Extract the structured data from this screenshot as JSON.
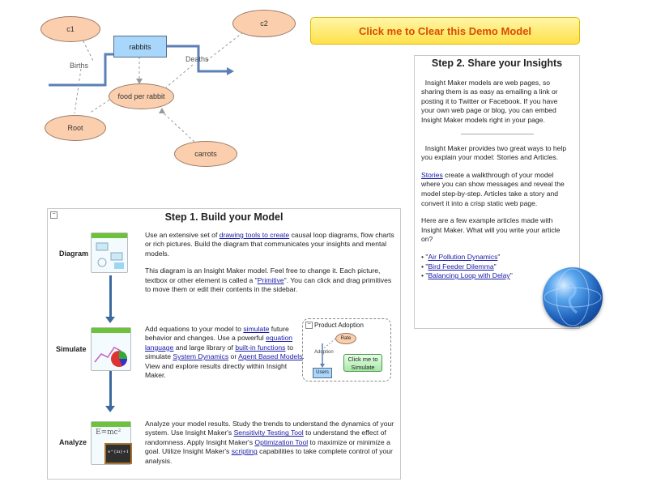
{
  "model": {
    "nodes": {
      "c1": "c1",
      "c2": "c2",
      "rabbits": "rabbits",
      "food_per_rabbit": "food per rabbit",
      "root": "Root",
      "carrots": "carrots",
      "births": "Births",
      "deaths": "Deaths"
    }
  },
  "clear_button": {
    "label": "Click me to Clear this Demo Model"
  },
  "step2": {
    "title": "Step 2. Share your Insights",
    "p1": "Insight Maker models are web pages, so sharing them is as easy as emailing a link or posting it to Twitter or Facebook. If you have your own web page or blog, you can embed Insight Maker models right in your page.",
    "p2": "Insight Maker provides two great ways to help you explain your model: Stories and Articles.",
    "p3_link": "Stories",
    "p3": " create a walkthrough of your model where you can show messages and reveal the model step-by-step. Articles take a story and convert it into a crisp static web page.",
    "p4": "Here are a few example articles made with Insight Maker. What will you write your article on?",
    "articles": [
      {
        "link": "Air Pollution Dynamics"
      },
      {
        "link": "Bird Feeder Dilemma"
      },
      {
        "link": "Balancing Loop with Delay"
      }
    ]
  },
  "step1": {
    "title": "Step 1. Build your Model",
    "diagram": {
      "label": "Diagram",
      "t1": "Use an extensive set of ",
      "link1": "drawing tools to create",
      "t2": " causal loop diagrams, flow charts or rich pictures. Build the diagram that communicates your insights and mental models.",
      "t3": "This diagram is an Insight Maker model. Feel free to change it. Each picture, textbox or other element is called a \"",
      "link2": "Primitive",
      "t4": "\". You can click and drag primitives to move them or edit their contents in the sidebar."
    },
    "simulate": {
      "label": "Simulate",
      "t1": "Add equations to your model to ",
      "link1": "simulate",
      "t2": " future behavior and changes. Use a powerful ",
      "link2": "equation language",
      "t3": " and large library of ",
      "link3": "built-in functions",
      "t4": " to simulate ",
      "link4": "System Dynamics",
      "t5": " or ",
      "link5": "Agent Based Models",
      "t6": ". View and explore results directly within Insight Maker."
    },
    "analyze": {
      "label": "Analyze",
      "t1": "Analyze your model results. Study the trends to understand the dynamics of your system. Use Insight Maker's ",
      "link1": "Sensitivity Testing Tool",
      "t2": " to understand the effect of randomness. Apply Insight Maker's ",
      "link2": "Optimization Tool",
      "t3": " to maximize or minimize a goal. Utilize Insight Maker's ",
      "link3": "scripting",
      "t4": " capabilities to take complete control of your analysis."
    },
    "mini_model": {
      "title": "Product Adoption",
      "rate": "Rate",
      "adoption": "Adoption",
      "users": "Users",
      "button": "Click me to Simulate"
    },
    "formula": "E=mc²",
    "formula2": "e^{iπ}+1"
  },
  "colors": {
    "accent_link": "#1a1aa6",
    "button_text": "#d94c00",
    "stock_fill": "#a9d6fb",
    "variable_fill": "#fbcfae",
    "flow_line": "#5b7fb7"
  }
}
